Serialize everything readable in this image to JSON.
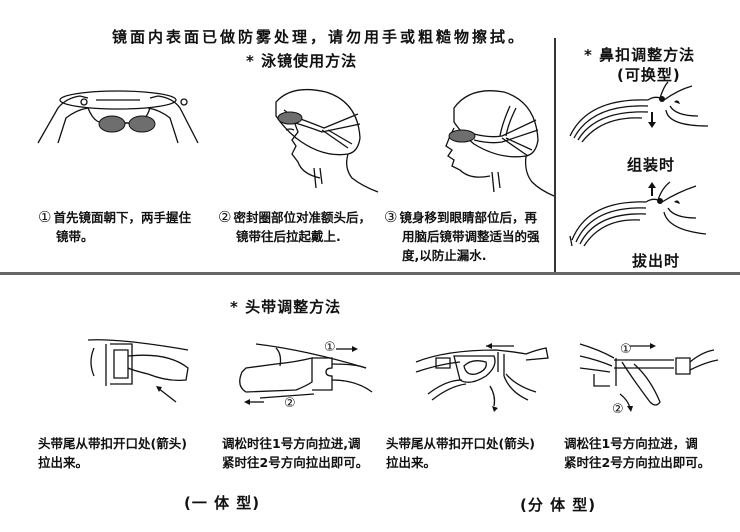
{
  "header": {
    "warning": "镜面内表面已做防雾处理，请勿用手或粗糙物擦拭。"
  },
  "goggle_usage": {
    "title": "* 泳镜使用方法",
    "steps": [
      {
        "num": "①",
        "line1": "首先镜面朝下，两手握住",
        "line2": "镜带。"
      },
      {
        "num": "②",
        "line1": "密封圈部位对准额头后，",
        "line2": "镜带往后拉起戴上."
      },
      {
        "num": "③",
        "line1": "镜身移到眼睛部位后，再",
        "line2": "用脑后镜带调整适当的强",
        "line3": "度,以防止漏水."
      }
    ]
  },
  "nose_bridge": {
    "title": "* 鼻扣调整方法",
    "subtitle": "(可换型)",
    "assemble_label": "组装时",
    "remove_label": "拔出时"
  },
  "strap_adjust": {
    "title": "* 头带调整方法",
    "panels": [
      {
        "line1": "头带尾从带扣开口处(箭头)",
        "line2": "拉出来。",
        "arrow1": "",
        "arrow2": ""
      },
      {
        "line1": "调松时往1号方向拉进,调",
        "line2": "紧时往2号方向拉出即可。",
        "arrow1": "①",
        "arrow2": "②"
      },
      {
        "line1": "头带尾从带扣开口处(箭头)",
        "line2": "拉出来。",
        "arrow1": "",
        "arrow2": ""
      },
      {
        "line1": "调松往1号方向拉进，调",
        "line2": "紧时往2号方向拉出即可。",
        "arrow1": "①",
        "arrow2": "②"
      }
    ],
    "type_labels": {
      "one_piece": "(一 体 型)",
      "split": "(分 体 型)"
    }
  },
  "colors": {
    "line": "#111111",
    "lens_fill": "#6e6e6e",
    "divider": "#666666"
  }
}
